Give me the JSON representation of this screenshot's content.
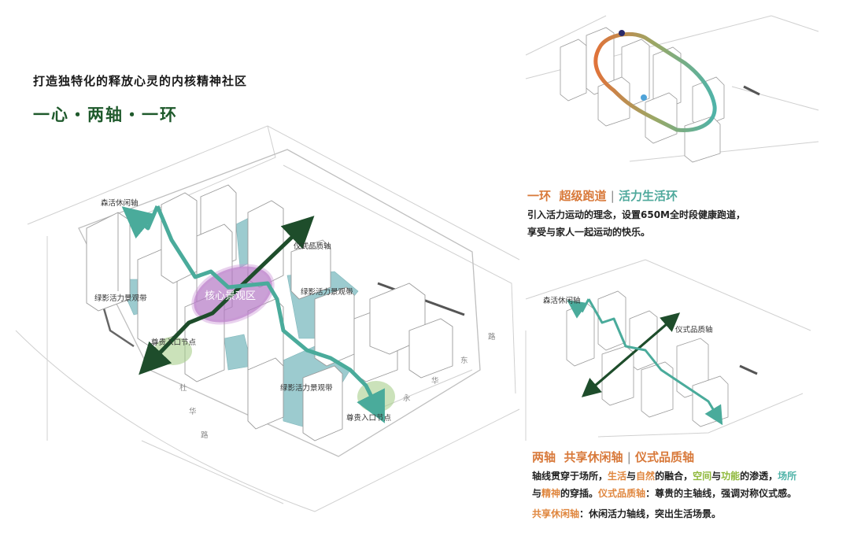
{
  "title": "打造独特化的释放心灵的内核精神社区",
  "subtitle": "一心・两轴・一环",
  "main_diagram": {
    "labels": {
      "forest_axis": "森活休闲轴",
      "ceremony_axis": "仪式品质轴",
      "core_zone": "核心景观区",
      "green_band_left": "绿影活力景观带",
      "green_band_right": "绿影活力景观带",
      "green_band_bottom": "绿影活力景观带",
      "entry_left": "尊贵入口节点",
      "entry_right": "尊贵入口节点",
      "road_left": [
        "杜",
        "华",
        "路"
      ],
      "road_right": [
        "永",
        "华",
        "东",
        "路"
      ]
    }
  },
  "ring_section": {
    "heading_a": "一环",
    "heading_b": "超级跑道",
    "heading_sep": "|",
    "heading_c": "活力生活环",
    "line1": "引入活力运动的理念，设置650M全时段健康跑道，",
    "line2": "享受与家人一起运动的快乐。"
  },
  "axis_section": {
    "mini_labels": {
      "forest_axis": "森活休闲轴",
      "ceremony_axis": "仪式品质轴"
    },
    "heading_a": "两轴",
    "heading_b": "共享休闲轴",
    "heading_sep": "|",
    "heading_c": "仪式品质轴",
    "p1": {
      "a": "轴线贯穿于场所，",
      "b": "生活",
      "c": "与",
      "d": "自然",
      "e": "的融合，",
      "f": "空间",
      "g": "与",
      "h": "功能",
      "i": "的渗透，",
      "j": "场所"
    },
    "p2": {
      "a": "与",
      "b": "精神",
      "c": "的穿插。",
      "d": "仪式品质轴",
      "e": "：尊贵的主轴线，强调对称仪式感。"
    },
    "p3": {
      "a": "共享休闲轴",
      "b": "：休闲活力轴线，突出生活场景。"
    }
  },
  "colors": {
    "teal": "#4aab9b",
    "dark_green": "#1e4d2b",
    "purple": "#b377c4",
    "light_green": "#a9cf8c",
    "orange": "#e0733a",
    "water": "#9ccbcf"
  }
}
